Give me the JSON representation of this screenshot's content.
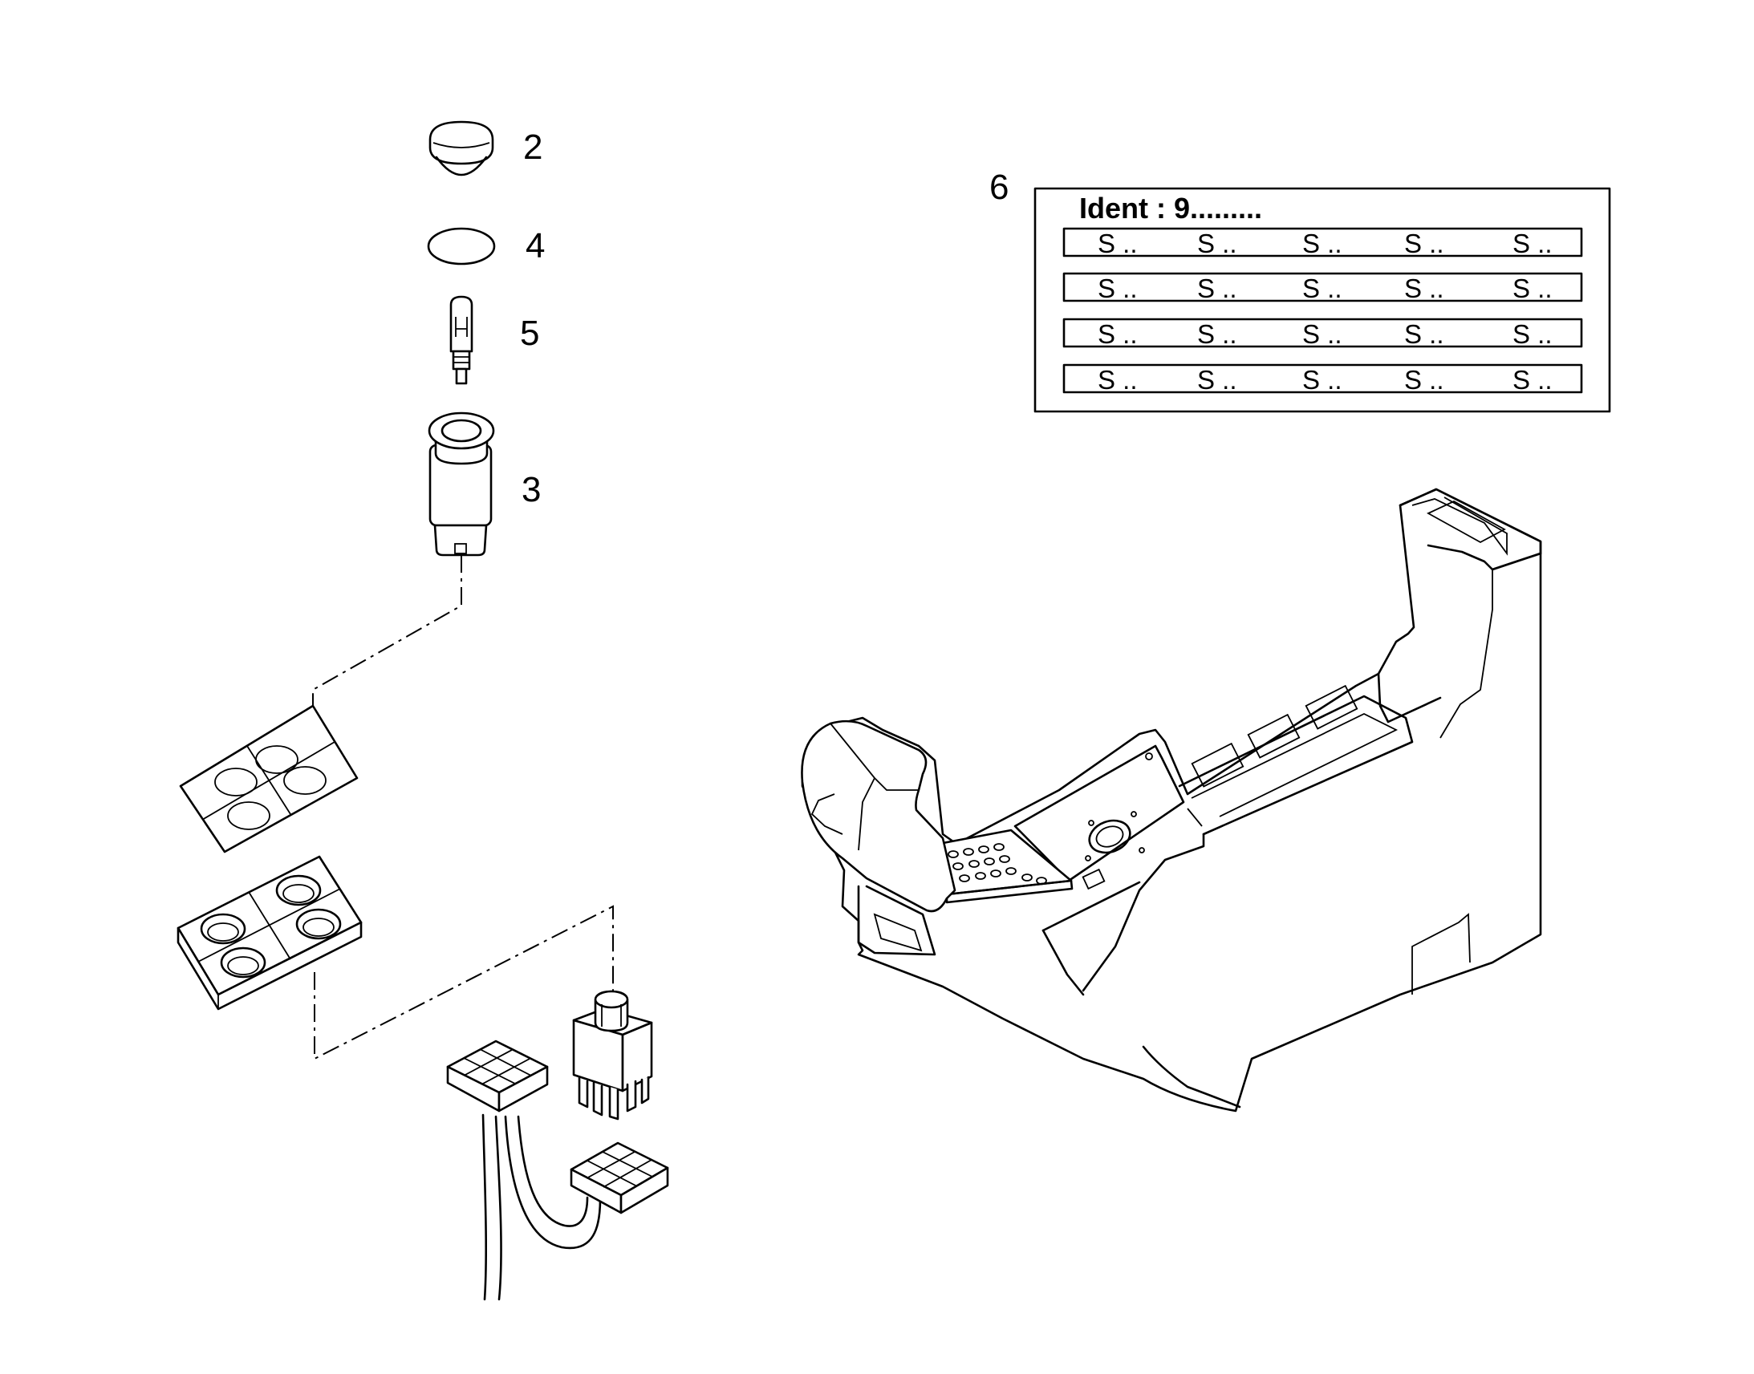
{
  "callouts": {
    "cap": "2",
    "ring": "4",
    "bulb": "5",
    "socket": "3",
    "label_plate": "6"
  },
  "ident_label": {
    "title": "Ident : 9.........",
    "rows": [
      [
        "S ..",
        "S ..",
        "S ..",
        "S ..",
        "S .."
      ],
      [
        "S ..",
        "S ..",
        "S ..",
        "S ..",
        "S .."
      ],
      [
        "S ..",
        "S ..",
        "S ..",
        "S ..",
        "S .."
      ],
      [
        "S ..",
        "S ..",
        "S ..",
        "S ..",
        "S .."
      ]
    ]
  }
}
